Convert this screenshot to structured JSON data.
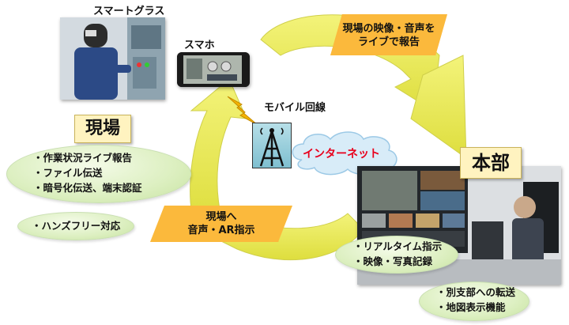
{
  "labels": {
    "smart_glasses": "スマートグラス",
    "smartphone": "スマホ",
    "mobile_line": "モバイル回線",
    "internet": "インターネット"
  },
  "site": {
    "title": "現場",
    "features": [
      "・作業状況ライブ報告",
      "・ファイル伝送",
      "・暗号化伝送、端末認証"
    ],
    "handsfree": "・ハンズフリー対応"
  },
  "hq": {
    "title": "本部",
    "features": [
      "・リアルタイム指示",
      "・映像・写真記録"
    ],
    "extra": [
      "・別支部への転送",
      "・地図表示機能"
    ]
  },
  "arrows": {
    "top_lines": [
      "現場の映像・音声を",
      "ライブで報告"
    ],
    "bottom_lines": [
      "現場へ",
      "音声・AR指示"
    ]
  },
  "colors": {
    "arrow_fill": "#ecec5c",
    "banner_fill": "#fbb93c",
    "title_fill": "#fff3c0",
    "bubble_fill": "#dcefc0",
    "internet_text": "#e8001c"
  }
}
